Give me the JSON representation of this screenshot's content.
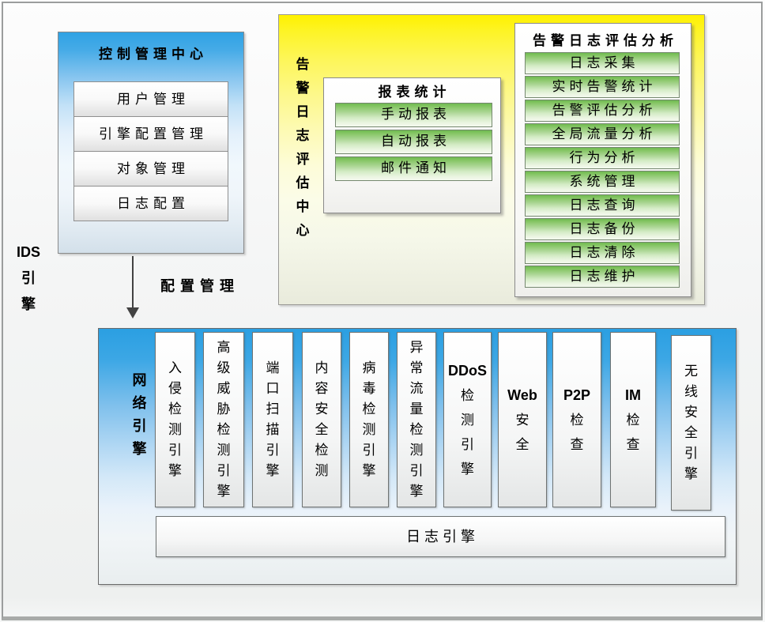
{
  "colors": {
    "control_blue": "#2fa2e4",
    "alert_yellow": "#fff100",
    "module_green": "#6fba50",
    "network_blue": "#2b9fe2"
  },
  "ids_engine_label": "IDS引擎",
  "config_arrow_label": "配置管理",
  "control_center": {
    "title": "控制管理中心",
    "items": [
      "用户管理",
      "引擎配置管理",
      "对象管理",
      "日志配置"
    ]
  },
  "alert_center": {
    "title": "告警日志评估中心",
    "report": {
      "title": "报表统计",
      "items": [
        "手动报表",
        "自动报表",
        "邮件通知"
      ]
    },
    "analysis": {
      "title": "告警日志评估分析",
      "items": [
        "日志采集",
        "实时告警统计",
        "告警评估分析",
        "全局流量分析",
        "行为分析",
        "系统管理",
        "日志查询",
        "日志备份",
        "日志清除",
        "日志维护"
      ]
    }
  },
  "network_engine": {
    "title": "网络引擎",
    "engines": [
      "入侵检测引擎",
      "高级威胁检测引擎",
      "端口扫描引擎",
      "内容安全检测",
      "病毒检测引擎",
      "异常流量检测引擎",
      "DDoS检测引擎",
      "Web安全",
      "P2P检查",
      "IM检查",
      "无线安全引擎"
    ],
    "log_engine": "日志引擎"
  }
}
